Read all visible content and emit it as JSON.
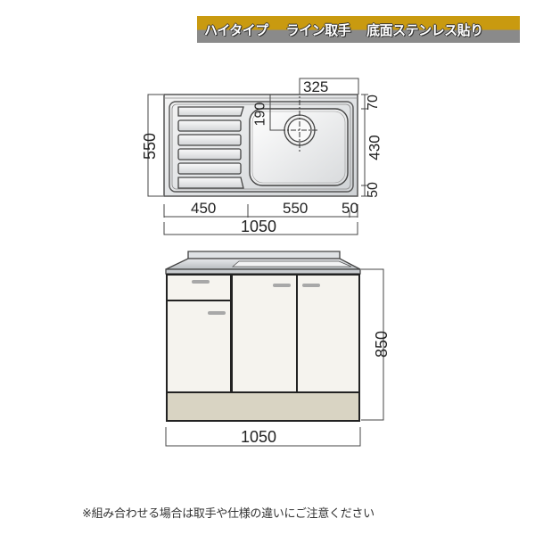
{
  "banner": {
    "item1": "ハイタイプ",
    "item2": "ライン取手",
    "item3": "底面ステンレス貼り",
    "colors": {
      "top": "#c99a10",
      "bottom": "#8a8a8a",
      "text": "#ffffff"
    }
  },
  "top_view": {
    "depth_total": "550",
    "hole_offset_x": "325",
    "hole_offset_y": "190",
    "right_dims": [
      "70",
      "430",
      "50"
    ],
    "bottom_dims": [
      "450",
      "550",
      "50"
    ],
    "width_total": "1050"
  },
  "front_view": {
    "height": "850",
    "width": "1050",
    "colors": {
      "door": "#f5f3ee",
      "plinth": "#d9d4c3",
      "handle": "#a8a8a8",
      "outline": "#333333"
    }
  },
  "note": "※組み合わせる場合は取手や仕様の違いにご注意ください"
}
